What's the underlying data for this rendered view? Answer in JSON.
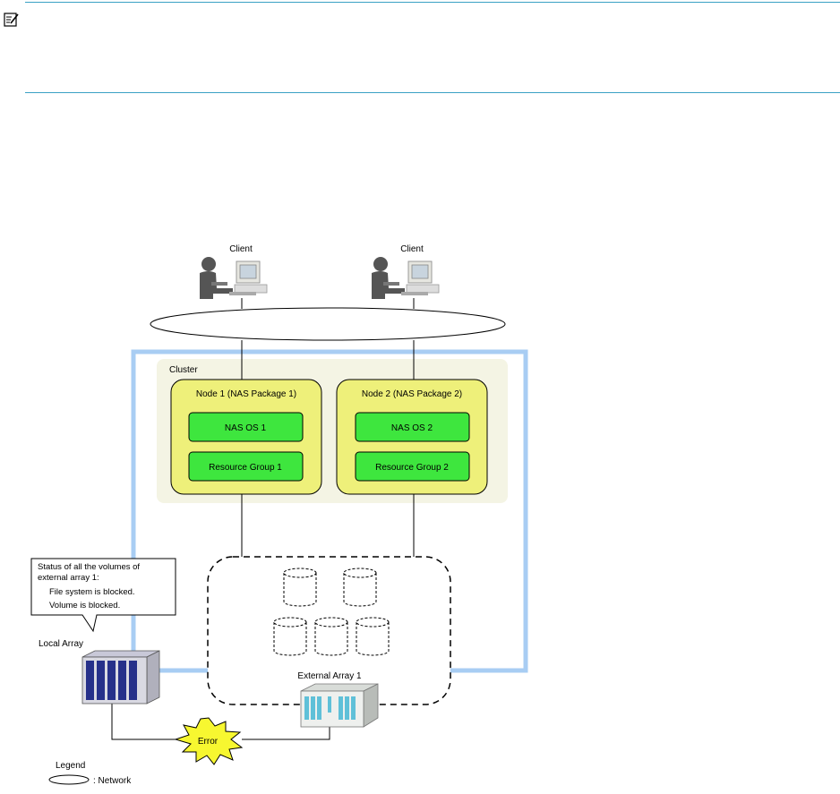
{
  "note": {
    "icon": "note-icon"
  },
  "clients": [
    {
      "label": "Client",
      "icon": "user-at-computer-icon"
    },
    {
      "label": "Client",
      "icon": "user-at-computer-icon"
    }
  ],
  "cluster": {
    "label": "Cluster",
    "nodes": [
      {
        "label": "Node 1 (NAS Package 1)",
        "os": "NAS OS 1",
        "resource_group": "Resource Group 1"
      },
      {
        "label": "Node 2 (NAS Package 2)",
        "os": "NAS OS 2",
        "resource_group": "Resource Group 2"
      }
    ]
  },
  "external_array": {
    "label": "External Array 1",
    "icon": "storage-array-icon"
  },
  "local_array": {
    "label": "Local Array",
    "icon": "disk-array-icon"
  },
  "callout": {
    "lines": [
      "Status of all the volumes of",
      "external array 1:",
      "File system is blocked.",
      "Volume is blocked."
    ]
  },
  "error": {
    "label": "Error",
    "icon": "error-burst-icon"
  },
  "legend": {
    "title": "Legend",
    "network_label": ": Network"
  },
  "colors": {
    "rule": "#3aa1c4",
    "cluster_frame": "#a8cdf3",
    "cluster_bg": "#f4f4e4",
    "node_fill": "#eef07a",
    "component_fill": "#3ee63e",
    "error_fill": "#f7f730"
  }
}
